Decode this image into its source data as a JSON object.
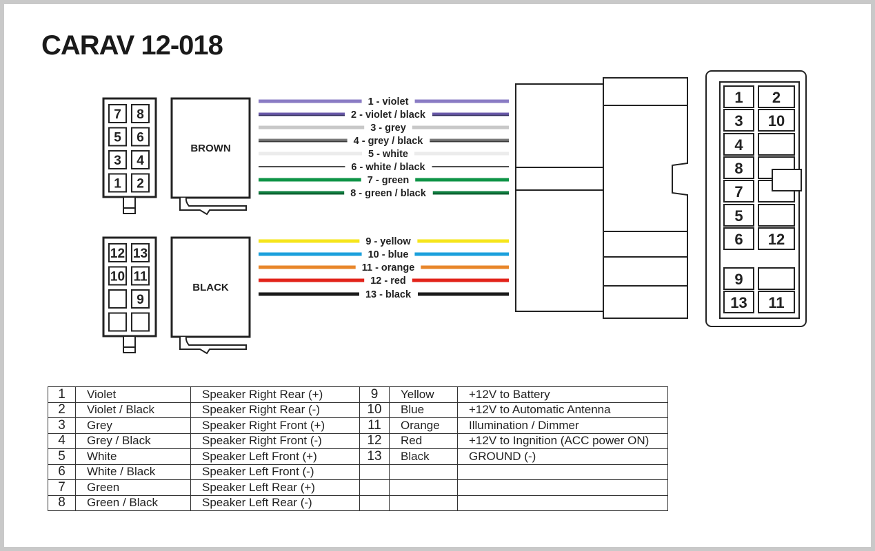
{
  "title": "CARAV 12-018",
  "connectors": {
    "brown_label": "BROWN",
    "black_label": "BLACK",
    "brown_pins": [
      [
        "7",
        "8"
      ],
      [
        "5",
        "6"
      ],
      [
        "3",
        "4"
      ],
      [
        "1",
        "2"
      ]
    ],
    "black_pins": [
      [
        "12",
        "13"
      ],
      [
        "10",
        "11"
      ],
      [
        "",
        "9"
      ],
      [
        "",
        ""
      ]
    ],
    "radio_pins": [
      [
        "1",
        "2"
      ],
      [
        "3",
        "10"
      ],
      [
        "4",
        ""
      ],
      [
        "8",
        ""
      ],
      [
        "7",
        ""
      ],
      [
        "5",
        ""
      ],
      [
        "6",
        "12"
      ],
      [
        "9",
        ""
      ],
      [
        "13",
        "11"
      ]
    ]
  },
  "wires": [
    {
      "label": "1 - violet",
      "color": "#8a7cc4",
      "stripe": null
    },
    {
      "label": "2 - violet / black",
      "color": "#6a5aaa",
      "stripe": "#1a1a3a"
    },
    {
      "label": "3 - grey",
      "color": "#c8c8c8",
      "stripe": null
    },
    {
      "label": "4 - grey / black",
      "color": "#777777",
      "stripe": "#222222"
    },
    {
      "label": "5 - white",
      "color": "#ececec",
      "stripe": null
    },
    {
      "label": "6 - white / black",
      "color": "#dddddd",
      "stripe": "#111111"
    },
    {
      "label": "7 - green",
      "color": "#0f9447",
      "stripe": null
    },
    {
      "label": "8 - green / black",
      "color": "#0f8040",
      "stripe": "#0a3a1e"
    },
    {
      "label": "9 - yellow",
      "color": "#f6e51c",
      "stripe": null
    },
    {
      "label": "10 - blue",
      "color": "#1ba0dc",
      "stripe": null
    },
    {
      "label": "11 - orange",
      "color": "#e8862a",
      "stripe": null
    },
    {
      "label": "12 - red",
      "color": "#e2231a",
      "stripe": null
    },
    {
      "label": "13 - black",
      "color": "#1a1a1a",
      "stripe": null
    }
  ],
  "table": [
    [
      "1",
      "Violet",
      "Speaker Right Rear (+)",
      "9",
      "Yellow",
      "+12V to Battery"
    ],
    [
      "2",
      "Violet / Black",
      "Speaker Right Rear (-)",
      "10",
      "Blue",
      "+12V to Automatic Antenna"
    ],
    [
      "3",
      "Grey",
      "Speaker Right Front (+)",
      "11",
      "Orange",
      "Illumination / Dimmer"
    ],
    [
      "4",
      "Grey / Black",
      "Speaker Right Front (-)",
      "12",
      "Red",
      "+12V to Ingnition (ACC power ON)"
    ],
    [
      "5",
      "White",
      "Speaker Left Front (+)",
      "13",
      "Black",
      "GROUND (-)"
    ],
    [
      "6",
      "White / Black",
      "Speaker Left Front (-)",
      "",
      "",
      ""
    ],
    [
      "7",
      "Green",
      "Speaker Left Rear (+)",
      "",
      "",
      ""
    ],
    [
      "8",
      "Green / Black",
      "Speaker Left Rear (-)",
      "",
      "",
      ""
    ]
  ]
}
